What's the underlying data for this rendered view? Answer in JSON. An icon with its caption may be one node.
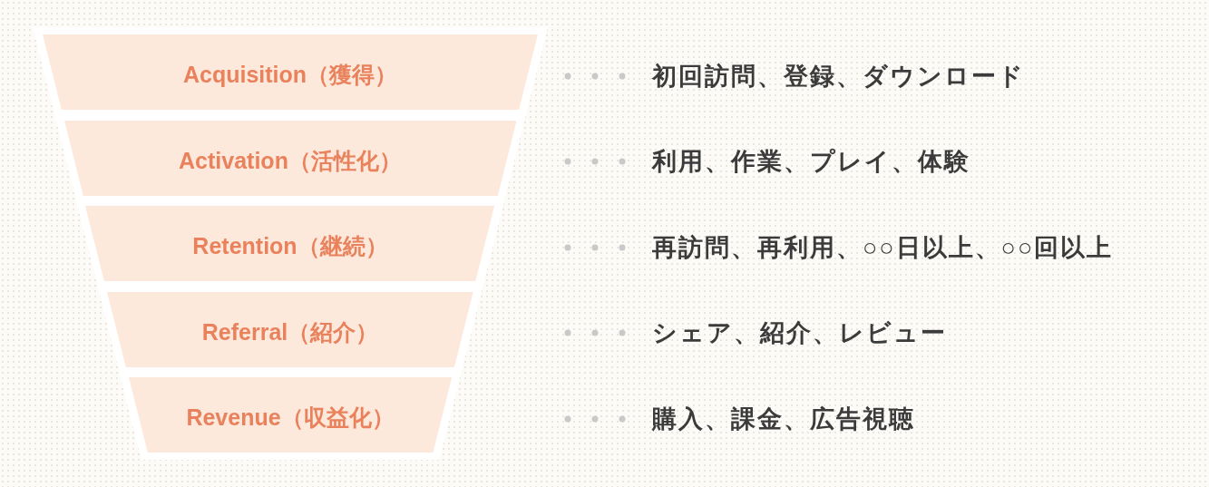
{
  "diagram": {
    "nodes": [
      {
        "text": [
          "Acquisition（獲得）"
        ]
      },
      {
        "text": [
          "Activation（活性化）"
        ]
      },
      {
        "text": [
          "Retention（継続）"
        ]
      },
      {
        "text": [
          "Referral（紹介）"
        ]
      },
      {
        "text": [
          "Revenue（収益化）"
        ]
      }
    ],
    "labels": [
      "初回訪問、登録、ダウンロード",
      "利用、作業、プレイ、体験",
      "再訪問、再利用、○○日以上、○○回以上",
      "シェア、紹介、レビュー",
      "購入、課金、広告視聴"
    ]
  }
}
